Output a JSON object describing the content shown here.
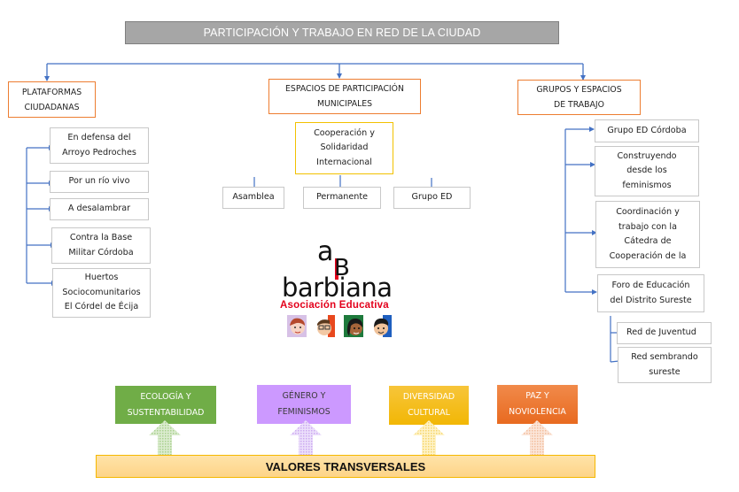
{
  "title": "PARTICIPACIÓN Y TRABAJO EN RED DE LA CIUDAD",
  "colors": {
    "title_bg": "#a6a6a6",
    "category_border": "#ed7d31",
    "connector": "#4472c4",
    "item_border": "#c8c8c8",
    "highlight_border": "#f2c100"
  },
  "categories": [
    {
      "label": "PLATAFORMAS\nCIUDADANAS",
      "items": [
        "En defensa del\nArroyo Pedroches",
        "Por un río vivo",
        "A desalambrar",
        "Contra la Base\nMilitar Córdoba",
        "Huertos\nSociocomunitarios\nEl Córdel de Écija"
      ]
    },
    {
      "label": "ESPACIOS DE PARTICIPACIÓN\nMUNICIPALES",
      "council": "Cooperación y\nSolidaridad\nInternacional",
      "items": [
        "Asamblea",
        "Permanente",
        "Grupo ED"
      ]
    },
    {
      "label": "GRUPOS Y ESPACIOS\nDE TRABAJO",
      "items": [
        "Grupo ED Córdoba",
        "Construyendo\ndesde los\nfeminismos",
        "Coordinación y\ntrabajo con la\nCátedra de\nCooperación de la",
        "Foro de Educación\ndel Distrito Sureste"
      ],
      "subitems": [
        "Red de Juventud",
        "Red sembrando\nsureste"
      ]
    }
  ],
  "logo": {
    "letters_a": "a",
    "letters_b": "B",
    "name": "barbiana",
    "subtitle": "Asociación Educativa"
  },
  "values": {
    "base_label": "VALORES TRANSVERSALES",
    "items": [
      {
        "label": "ECOLOGÍA Y\nSUSTENTABILIDAD",
        "color": "#70ad47",
        "arrow_color": "#c5e0b4"
      },
      {
        "label": "GÉNERO Y\nFEMINISMOS",
        "color": "#cc99ff",
        "arrow_color": "#e3cdf7"
      },
      {
        "label": "DIVERSIDAD\nCULTURAL",
        "color": "#f7c000",
        "arrow_color": "#fde9a6"
      },
      {
        "label": "PAZ Y\nNOVIOLENCIA",
        "color": "#ed7d31",
        "arrow_color": "#f8d4c0"
      }
    ]
  }
}
